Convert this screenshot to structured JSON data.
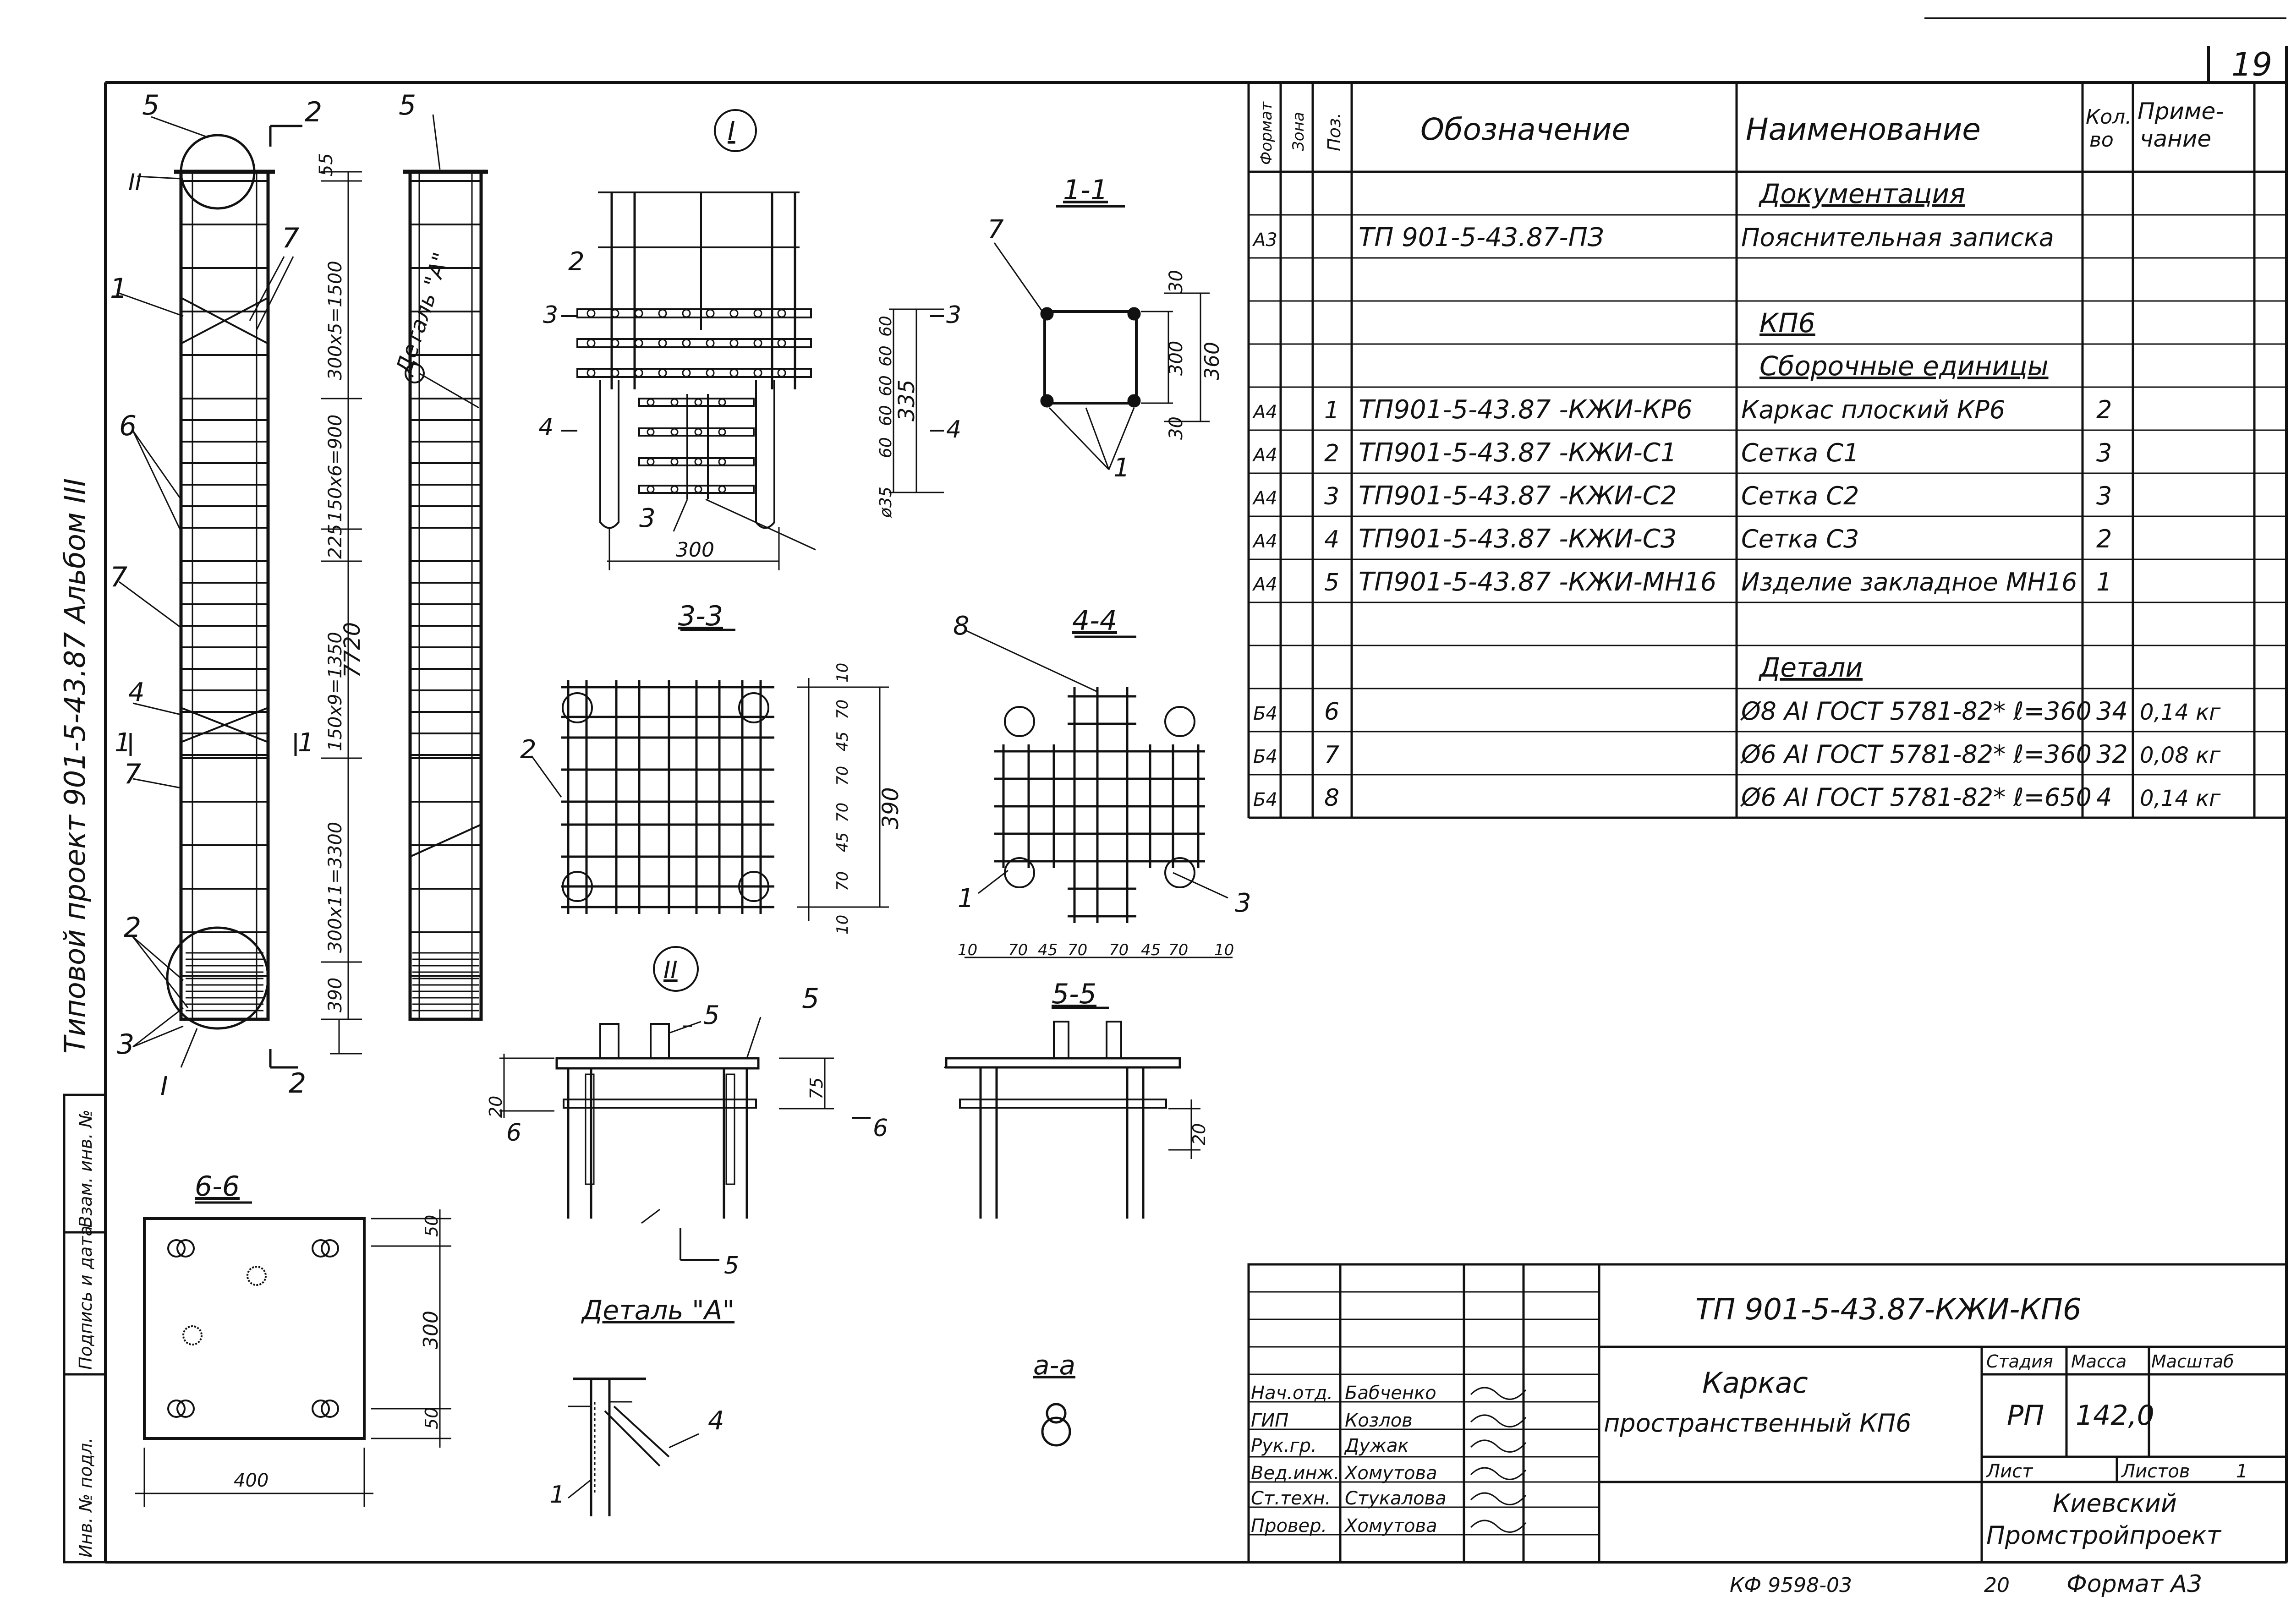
{
  "sheet": {
    "sheet_number": "19",
    "side_stamp": "Типовой проект 901-5-43.87 Альбом III",
    "left_box_labels": [
      "Инв. № подл.",
      "Подпись и дата",
      "Взам. инв. №"
    ],
    "bottom_code": "КФ 9598-03",
    "bottom_num": "20",
    "format": "Формат A3"
  },
  "views": {
    "detail_I": "I",
    "detail_II": "II",
    "section_1_1": "1-1",
    "section_3_3": "3-3",
    "section_4_4": "4-4",
    "section_5_5": "5-5",
    "section_6_6": "6-6",
    "section_a_a": "а-а",
    "detail_A": "Деталь \"А\"",
    "detail_A_callout": "Деталь \"А\""
  },
  "dims": {
    "d55": "55",
    "d300x5": "300х5=1500",
    "d150x6": "150х6=900",
    "d225": "225",
    "d150x9": "150х9=1350",
    "d7720": "7720",
    "d300x11": "300х11=3300",
    "d390": "390",
    "d300": "300",
    "d335": "335",
    "d60": "60",
    "d35": "35",
    "d30": "30",
    "d360": "360",
    "d10": "10",
    "d70": "70",
    "d45": "45",
    "d20": "20",
    "d75": "75",
    "d50": "50",
    "d400": "400",
    "dia": "ø35"
  },
  "marks": [
    "1",
    "2",
    "3",
    "4",
    "5",
    "6",
    "7",
    "8"
  ],
  "spec": {
    "headers": {
      "format": "Формат",
      "zone": "Зона",
      "pos": "Поз.",
      "designation": "Обозначение",
      "name": "Наименование",
      "qty": "Кол. во",
      "note": "Приме- чание"
    },
    "rows": [
      {
        "format": "",
        "pos": "",
        "designation": "",
        "name": "Документация",
        "qty": "",
        "note": "",
        "section": true
      },
      {
        "format": "A3",
        "pos": "",
        "designation": "ТП 901-5-43.87-ПЗ",
        "name": "Пояснительная записка",
        "qty": "",
        "note": ""
      },
      {
        "format": "",
        "pos": "",
        "designation": "",
        "name": "",
        "qty": "",
        "note": ""
      },
      {
        "format": "",
        "pos": "",
        "designation": "",
        "name": "КП6",
        "qty": "",
        "note": "",
        "section": true
      },
      {
        "format": "",
        "pos": "",
        "designation": "",
        "name": "Сборочные единицы",
        "qty": "",
        "note": "",
        "section": true
      },
      {
        "format": "A4",
        "pos": "1",
        "designation": "ТП901-5-43.87 -КЖИ-КР6",
        "name": "Каркас плоский КР6",
        "qty": "2",
        "note": ""
      },
      {
        "format": "A4",
        "pos": "2",
        "designation": "ТП901-5-43.87 -КЖИ-С1",
        "name": "Сетка С1",
        "qty": "3",
        "note": ""
      },
      {
        "format": "A4",
        "pos": "3",
        "designation": "ТП901-5-43.87 -КЖИ-С2",
        "name": "Сетка С2",
        "qty": "3",
        "note": ""
      },
      {
        "format": "A4",
        "pos": "4",
        "designation": "ТП901-5-43.87 -КЖИ-С3",
        "name": "Сетка С3",
        "qty": "2",
        "note": ""
      },
      {
        "format": "A4",
        "pos": "5",
        "designation": "ТП901-5-43.87 -КЖИ-МН16",
        "name": "Изделие закладное МН16",
        "qty": "1",
        "note": ""
      },
      {
        "format": "",
        "pos": "",
        "designation": "",
        "name": "",
        "qty": "",
        "note": ""
      },
      {
        "format": "",
        "pos": "",
        "designation": "",
        "name": "Детали",
        "qty": "",
        "note": "",
        "section": true
      },
      {
        "format": "Б4",
        "pos": "6",
        "designation": "",
        "name": "Ø8 AI ГОСТ 5781-82* ℓ=360",
        "qty": "34",
        "note": "0,14 кг"
      },
      {
        "format": "Б4",
        "pos": "7",
        "designation": "",
        "name": "Ø6 AI ГОСТ 5781-82* ℓ=360",
        "qty": "32",
        "note": "0,08 кг"
      },
      {
        "format": "Б4",
        "pos": "8",
        "designation": "",
        "name": "Ø6 AI ГОСТ 5781-82* ℓ=650",
        "qty": "4",
        "note": "0,14 кг"
      }
    ]
  },
  "title_block": {
    "code": "ТП 901-5-43.87-КЖИ-КП6",
    "title_line1": "Каркас",
    "title_line2": "пространственный КП6",
    "stage_label": "Стадия",
    "mass_label": "Масса",
    "scale_label": "Масштаб",
    "stage": "РП",
    "mass": "142,0",
    "sheet_label": "Лист",
    "sheets_label": "Листов",
    "sheets": "1",
    "org_line1": "Киевский",
    "org_line2": "Промстройпроект",
    "people": [
      {
        "role": "Нач.отд.",
        "name": "Бабченко"
      },
      {
        "role": "ГИП",
        "name": "Козлов"
      },
      {
        "role": "Рук.гр.",
        "name": "Дужак"
      },
      {
        "role": "Вед.инж.",
        "name": "Хомутова"
      },
      {
        "role": "Ст.техн.",
        "name": "Стукалова"
      },
      {
        "role": "Провер.",
        "name": "Хомутова"
      }
    ]
  }
}
